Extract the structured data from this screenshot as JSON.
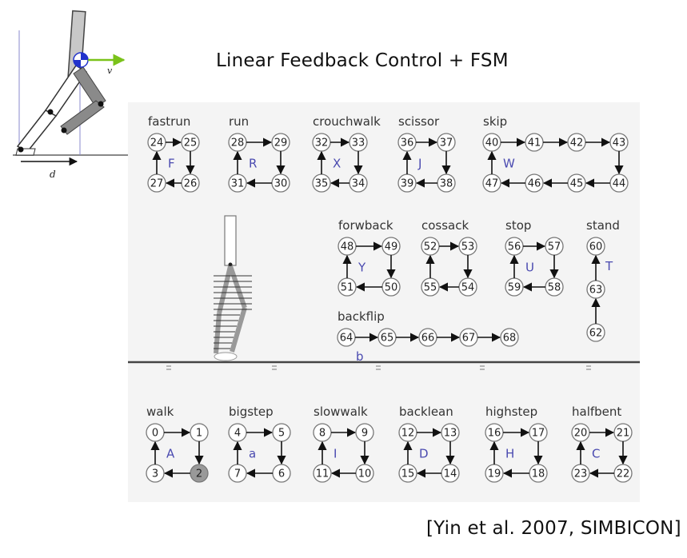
{
  "title": "Linear Feedback Control + FSM",
  "citation": "[Yin et al. 2007, SIMBICON]",
  "inset": {
    "v_label": "v",
    "d_label": "d"
  },
  "fsms": [
    {
      "label": "fastrun",
      "key": "F",
      "top": [
        "24",
        "25"
      ],
      "bottom": [
        "27",
        "26"
      ]
    },
    {
      "label": "run",
      "key": "R",
      "top": [
        "28",
        "29"
      ],
      "bottom": [
        "31",
        "30"
      ]
    },
    {
      "label": "crouchwalk",
      "key": "X",
      "top": [
        "32",
        "33"
      ],
      "bottom": [
        "35",
        "34"
      ]
    },
    {
      "label": "scissor",
      "key": "J",
      "top": [
        "36",
        "37"
      ],
      "bottom": [
        "39",
        "38"
      ]
    },
    {
      "label": "skip",
      "key": "W",
      "top": [
        "40",
        "41",
        "42",
        "43"
      ],
      "bottom": [
        "47",
        "46",
        "45",
        "44"
      ]
    },
    {
      "label": "forwback",
      "key": "Y",
      "top": [
        "48",
        "49"
      ],
      "bottom": [
        "51",
        "50"
      ]
    },
    {
      "label": "cossack",
      "key": "",
      "top": [
        "52",
        "53"
      ],
      "bottom": [
        "55",
        "54"
      ]
    },
    {
      "label": "stop",
      "key": "U",
      "top": [
        "56",
        "57"
      ],
      "bottom": [
        "59",
        "58"
      ]
    },
    {
      "label": "walk",
      "key": "A",
      "top": [
        "0",
        "1"
      ],
      "bottom": [
        "3",
        "2"
      ]
    },
    {
      "label": "bigstep",
      "key": "a",
      "top": [
        "4",
        "5"
      ],
      "bottom": [
        "7",
        "6"
      ]
    },
    {
      "label": "slowwalk",
      "key": "I",
      "top": [
        "8",
        "9"
      ],
      "bottom": [
        "11",
        "10"
      ]
    },
    {
      "label": "backlean",
      "key": "D",
      "top": [
        "12",
        "13"
      ],
      "bottom": [
        "15",
        "14"
      ]
    },
    {
      "label": "highstep",
      "key": "H",
      "top": [
        "16",
        "17"
      ],
      "bottom": [
        "19",
        "18"
      ]
    },
    {
      "label": "halfbent",
      "key": "C",
      "top": [
        "20",
        "21"
      ],
      "bottom": [
        "23",
        "22"
      ]
    }
  ],
  "stand": {
    "label": "stand",
    "key": "T",
    "states": [
      "60",
      "63",
      "62"
    ]
  },
  "backflip": {
    "label": "backflip",
    "key": "b",
    "states": [
      "64",
      "65",
      "66",
      "67",
      "68"
    ]
  },
  "active_state": "2"
}
